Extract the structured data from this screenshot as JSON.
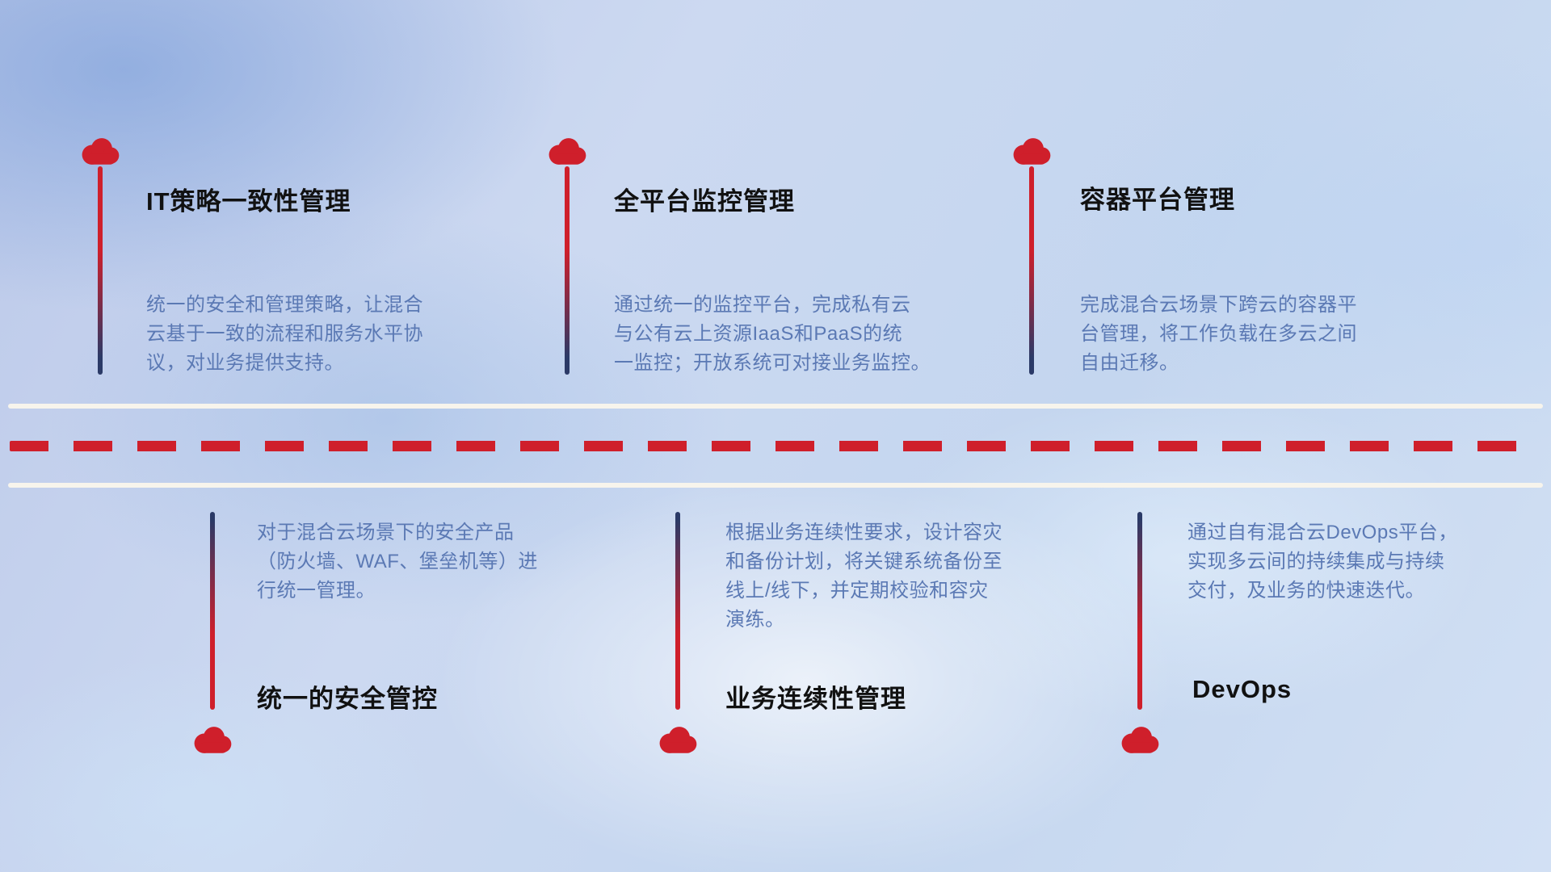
{
  "top_items": [
    {
      "title": "IT策略一致性管理",
      "description": "统一的安全和管理策略，让混合\n云基于一致的流程和服务水平协\n议，对业务提供支持。"
    },
    {
      "title": "全平台监控管理",
      "description": "通过统一的监控平台，完成私有云\n与公有云上资源IaaS和PaaS的统\n一监控；开放系统可对接业务监控。"
    },
    {
      "title": "容器平台管理",
      "description": "完成混合云场景下跨云的容器平\n台管理，将工作负载在多云之间\n自由迁移。"
    }
  ],
  "bottom_items": [
    {
      "title": "统一的安全管控",
      "description": "对于混合云场景下的安全产品\n（防火墙、WAF、堡垒机等）进\n行统一管理。"
    },
    {
      "title": "业务连续性管理",
      "description": "根据业务连续性要求，设计容灾\n和备份计划，将关键系统备份至\n线上/线下，并定期校验和容灾\n演练。"
    },
    {
      "title": "DevOps",
      "description": "通过自有混合云DevOps平台，\n实现多云间的持续集成与持续\n交付，及业务的快速迭代。"
    }
  ],
  "colors": {
    "accent_red": "#cf1f2b",
    "line_navy": "#2b3a67",
    "description_blue": "#5b79b4",
    "title_black": "#111111",
    "road_white": "#f7f4ec"
  },
  "icons": {
    "marker": "cloud-icon"
  }
}
